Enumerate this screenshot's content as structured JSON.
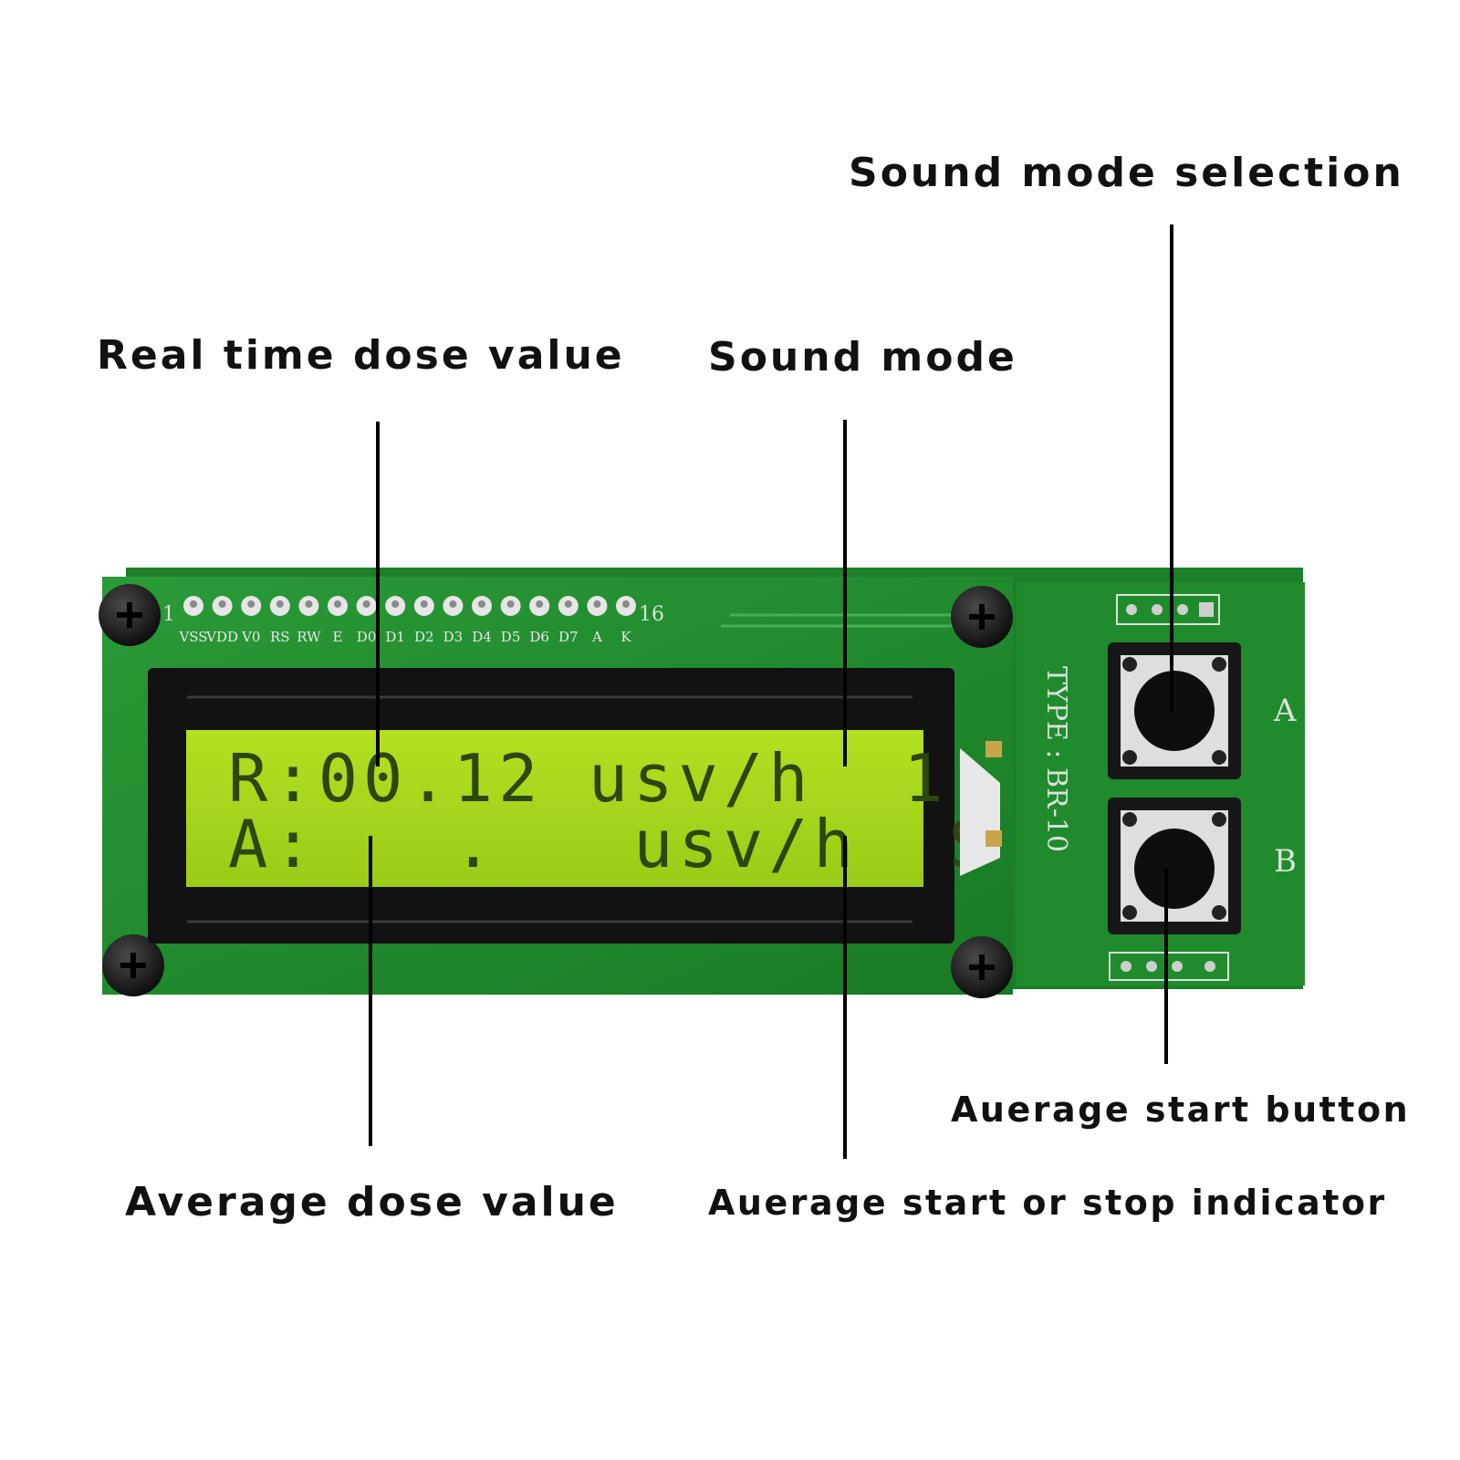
{
  "callouts": {
    "sound_mode_selection": "Sound mode selection",
    "real_time_dose_value": "Real time dose value",
    "sound_mode": "Sound mode",
    "average_dose_value": "Average dose value",
    "average_start_button": "Auerage start button",
    "average_start_stop_indicator": "Auerage start or stop indicator"
  },
  "lcd": {
    "line1": "R:00.12 usv/h  1",
    "line2": "A:   .   usv/h  S"
  },
  "board": {
    "pin_first": "1",
    "pin_last": "16",
    "pins": [
      "VSS",
      "VDD",
      "V0",
      "RS",
      "RW",
      "E",
      "D0",
      "D1",
      "D2",
      "D3",
      "D4",
      "D5",
      "D6",
      "D7",
      "A",
      "K"
    ],
    "type_label": "TYPE : BR-10",
    "button_a_label": "A",
    "button_b_label": "B"
  },
  "colors": {
    "pcb_green": "#1f8a2c",
    "lcd_backlight": "#a6d61c",
    "lcd_text": "#2d4710",
    "bezel": "#111111"
  }
}
